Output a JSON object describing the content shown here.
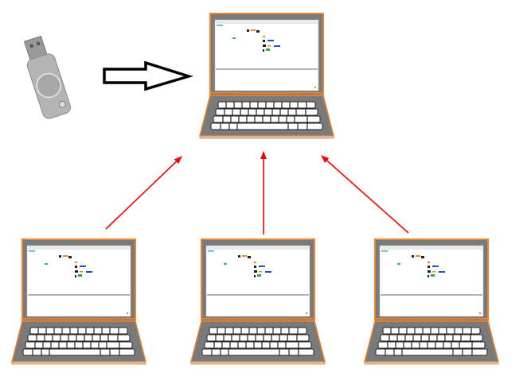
{
  "diagram": {
    "colors": {
      "laptop_body": "#7a7a7a",
      "laptop_outline": "#f08228",
      "screen": "#ffffff",
      "arrow_red": "#ff0000",
      "arrow_outline": "#000000",
      "usb": "#a9a9a9"
    },
    "nodes": [
      {
        "id": "usb-key",
        "icon": "usb-drive-icon"
      },
      {
        "id": "server-laptop",
        "icon": "laptop-icon"
      },
      {
        "id": "client-laptop-left",
        "icon": "laptop-icon"
      },
      {
        "id": "client-laptop-middle",
        "icon": "laptop-icon"
      },
      {
        "id": "client-laptop-right",
        "icon": "laptop-icon"
      }
    ],
    "edges": [
      {
        "from": "usb-key",
        "to": "server-laptop",
        "style": "outline-arrow"
      },
      {
        "from": "client-laptop-left",
        "to": "server-laptop",
        "style": "red-arrow"
      },
      {
        "from": "client-laptop-middle",
        "to": "server-laptop",
        "style": "red-arrow"
      },
      {
        "from": "client-laptop-right",
        "to": "server-laptop",
        "style": "red-arrow"
      }
    ]
  }
}
